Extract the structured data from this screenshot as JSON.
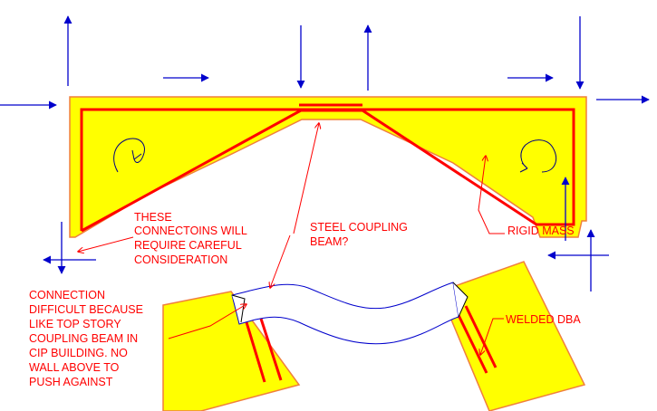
{
  "colors": {
    "fill": "#ffff00",
    "outline": "#f07f3c",
    "rebar": "#ff0000",
    "arrow": "#0000cc",
    "text": "#ff0000",
    "curl": "#000080"
  },
  "labels": {
    "connections": [
      "THESE",
      "CONNECTOINS WILL",
      "REQUIRE CAREFUL",
      "CONSIDERATION"
    ],
    "steel_beam": [
      "STEEL COUPLING",
      "BEAM?"
    ],
    "rigid_mass": "RIGID MASS",
    "connection_difficult": [
      "CONNECTION",
      "DIFFICULT BECAUSE",
      "LIKE TOP STORY",
      "COUPLING BEAM IN",
      "CIP BUILDING.  NO",
      "WALL ABOVE TO",
      "PUSH AGAINST"
    ],
    "welded_dba": "WELDED DBA"
  }
}
